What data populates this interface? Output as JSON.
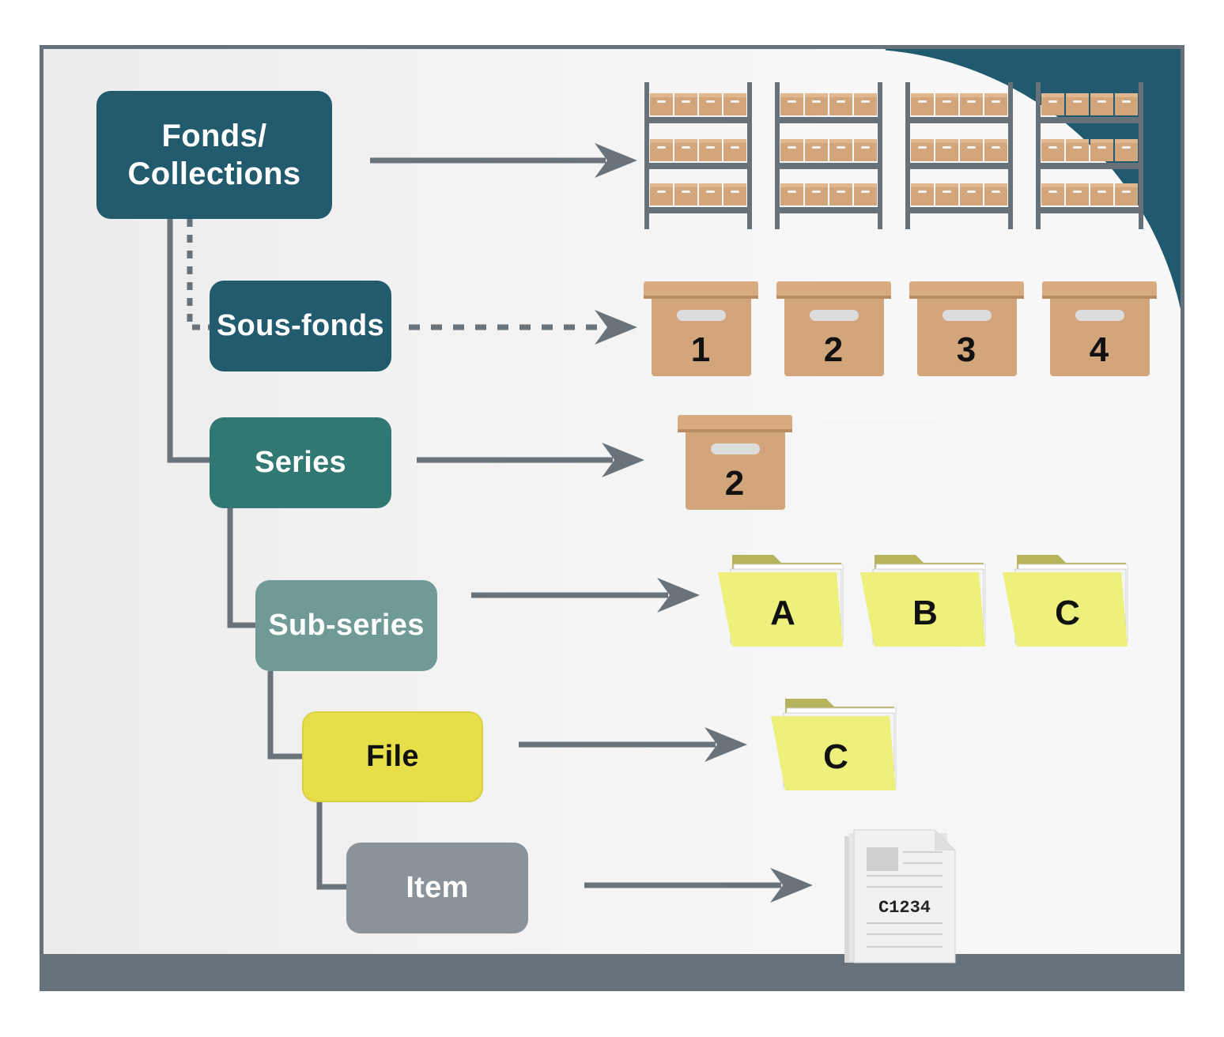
{
  "levels": [
    {
      "label": "Fonds/ Collections",
      "lines": [
        "Fonds/",
        "Collections"
      ],
      "color": "#225a6e",
      "text_color": "#ffffff",
      "connector": "solid"
    },
    {
      "label": "Sous-fonds",
      "lines": [
        "Sous-fonds"
      ],
      "color": "#225a6e",
      "text_color": "#ffffff",
      "connector": "dotted"
    },
    {
      "label": "Series",
      "lines": [
        "Series"
      ],
      "color": "#317873",
      "text_color": "#ffffff",
      "connector": "solid"
    },
    {
      "label": "Sub-series",
      "lines": [
        "Sub-series"
      ],
      "color": "#6f9a96",
      "text_color": "#ffffff",
      "connector": "solid"
    },
    {
      "label": "File",
      "lines": [
        "File"
      ],
      "color": "#e6df4a",
      "text_color": "#111111",
      "connector": "solid"
    },
    {
      "label": "Item",
      "lines": [
        "Item"
      ],
      "color": "#8b939a",
      "text_color": "#ffffff",
      "connector": "solid"
    }
  ],
  "illustrations": {
    "shelving_units": 4,
    "boxes_row": [
      "1",
      "2",
      "3",
      "4"
    ],
    "series_box": "2",
    "subseries_folders": [
      "A",
      "B",
      "C"
    ],
    "file_folder": "C",
    "item_document_code": "C1234"
  },
  "colors": {
    "arrow": "#6a737a",
    "frame": "#677179",
    "box": "#d2a57a",
    "box_lid": "#d8ac80",
    "folder_front": "#eef07c",
    "folder_back": "#b5b45c",
    "shelf_frame": "#677179"
  }
}
